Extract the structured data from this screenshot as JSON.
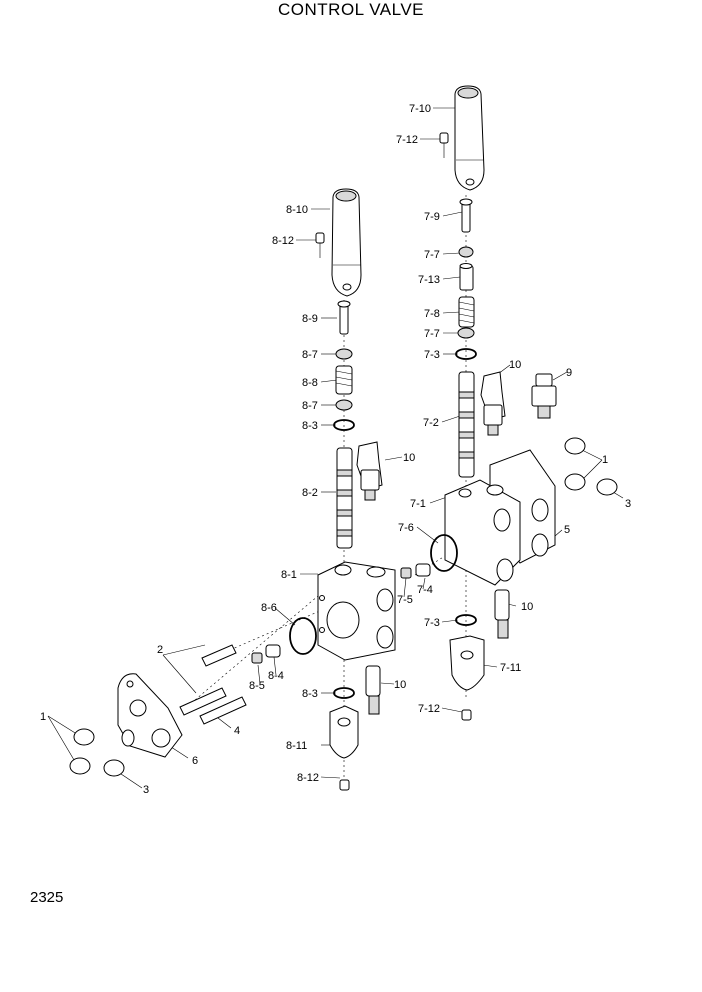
{
  "title": "CONTROL VALVE",
  "page_number": "2325",
  "labels": {
    "l_7_10": "7-10",
    "l_7_12a": "7-12",
    "l_7_9": "7-9",
    "l_7_7a": "7-7",
    "l_7_13": "7-13",
    "l_7_8": "7-8",
    "l_7_7b": "7-7",
    "l_7_3a": "7-3",
    "l_10a": "10",
    "l_9": "9",
    "l_7_2": "7-2",
    "l_1a": "1",
    "l_7_1": "7-1",
    "l_3a": "3",
    "l_7_6": "7-6",
    "l_5": "5",
    "l_7_4": "7-4",
    "l_7_5": "7-5",
    "l_10b": "10",
    "l_7_3b": "7-3",
    "l_7_11": "7-11",
    "l_7_12b": "7-12",
    "l_8_10": "8-10",
    "l_8_12a": "8-12",
    "l_8_9": "8-9",
    "l_8_7a": "8-7",
    "l_8_8": "8-8",
    "l_8_7b": "8-7",
    "l_8_3a": "8-3",
    "l_10c": "10",
    "l_8_2": "8-2",
    "l_8_1": "8-1",
    "l_8_6": "8-6",
    "l_2": "2",
    "l_8_5": "8-5",
    "l_8_4": "8-4",
    "l_4": "4",
    "l_6": "6",
    "l_1b": "1",
    "l_3b": "3",
    "l_8_3b": "8-3",
    "l_10d": "10",
    "l_8_11": "8-11",
    "l_8_12b": "8-12"
  }
}
